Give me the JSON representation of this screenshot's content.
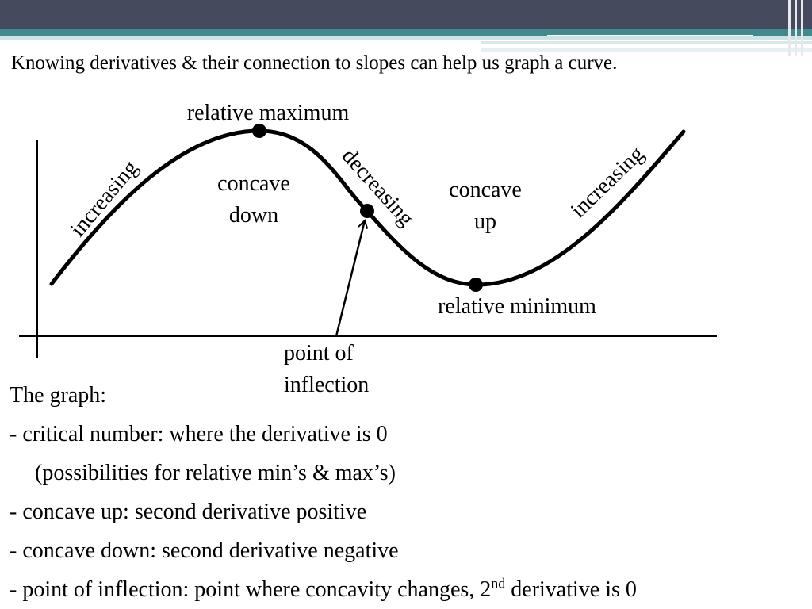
{
  "slide": {
    "title": "Knowing derivatives & their connection to slopes can help us graph a curve."
  },
  "diagram": {
    "labels": {
      "relative_maximum": "relative maximum",
      "relative_minimum": "relative minimum",
      "increasing_left": "increasing",
      "increasing_right": "increasing",
      "decreasing": "decreasing",
      "concave_down_1": "concave",
      "concave_down_2": "down",
      "concave_up_1": "concave",
      "concave_up_2": "up",
      "inflection_1": "point of",
      "inflection_2": "inflection"
    },
    "colors": {
      "curve": "#000000",
      "points": "#000000"
    }
  },
  "notes": {
    "heading": "The graph:",
    "critical": "-  critical number:  where the derivative is 0",
    "critical_sub": "(possibilities for relative min’s & max’s)",
    "concave_up": "-  concave up:  second derivative positive",
    "concave_down": "-  concave down:  second derivative negative",
    "inflection_before": "-  point of inflection:  point where concavity changes, 2",
    "inflection_sup": "nd",
    "inflection_after": " derivative is 0"
  }
}
